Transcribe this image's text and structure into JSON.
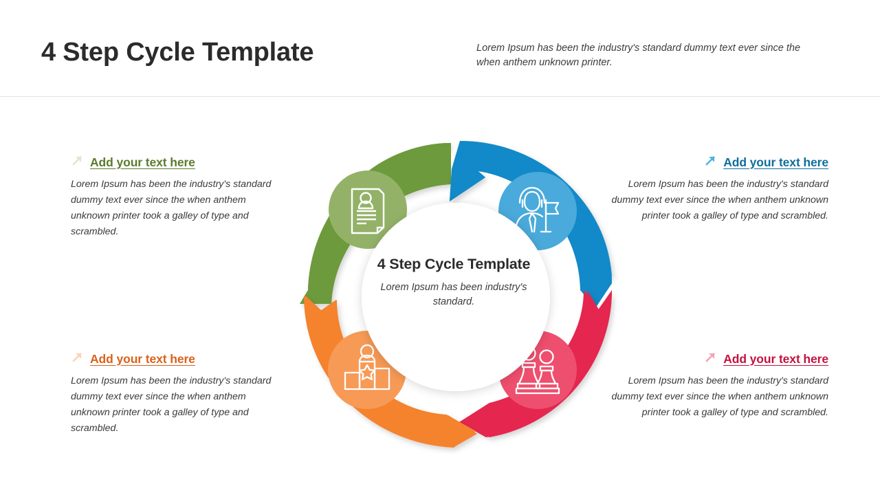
{
  "header": {
    "title": "4 Step Cycle Template",
    "subtitle": "Lorem Ipsum has been the industry's standard dummy text ever since the when anthem unknown printer."
  },
  "center": {
    "title": "4 Step Cycle Template",
    "subtitle": "Lorem Ipsum has been industry's standard."
  },
  "body_text": "Lorem Ipsum has been the industry's standard dummy text ever since the when anthem unknown printer took a galley of type and scrambled.",
  "blocks": [
    {
      "id": "top-left",
      "title": "Add your text here",
      "body": "Lorem Ipsum has been the industry's standard dummy text ever since the when anthem unknown printer took a galley of type and scrambled.",
      "color": "#5b7a2e",
      "arrow_color": "#dce7cd",
      "icon": "resume-icon"
    },
    {
      "id": "top-right",
      "title": "Add your text here",
      "body": "Lorem Ipsum has been the industry's standard dummy text ever since the when anthem unknown printer took a galley of type and scrambled.",
      "color": "#0d6e9c",
      "arrow_color": "#4fb3e0",
      "icon": "leader-flag-icon"
    },
    {
      "id": "bottom-left",
      "title": "Add your text here",
      "body": "Lorem Ipsum has been the industry's standard dummy text ever since the when anthem unknown printer took a galley of type and scrambled.",
      "color": "#d9611b",
      "arrow_color": "#fbd3b6",
      "icon": "podium-winner-icon"
    },
    {
      "id": "bottom-right",
      "title": "Add your text here",
      "body": "Lorem Ipsum has been the industry's standard dummy text ever since the when anthem unknown printer took a galley of type and scrambled.",
      "color": "#c4123f",
      "arrow_color": "#f5a0b6",
      "icon": "chess-pawns-icon"
    }
  ],
  "cycle": {
    "segments": [
      {
        "id": "segment-green",
        "color": "#6d9a3c",
        "badge_color": "#93b268",
        "icon": "resume-icon",
        "position": "top-left"
      },
      {
        "id": "segment-blue",
        "color": "#1289c8",
        "badge_color": "#4aaadb",
        "icon": "leader-flag-icon",
        "position": "top-right"
      },
      {
        "id": "segment-crimson",
        "color": "#e5264e",
        "badge_color": "#ee4f6e",
        "icon": "chess-pawns-icon",
        "position": "bottom-right"
      },
      {
        "id": "segment-orange",
        "color": "#f5822d",
        "badge_color": "#f79a56",
        "icon": "podium-winner-icon",
        "position": "bottom-left"
      }
    ],
    "center_circle_color": "#ffffff"
  }
}
